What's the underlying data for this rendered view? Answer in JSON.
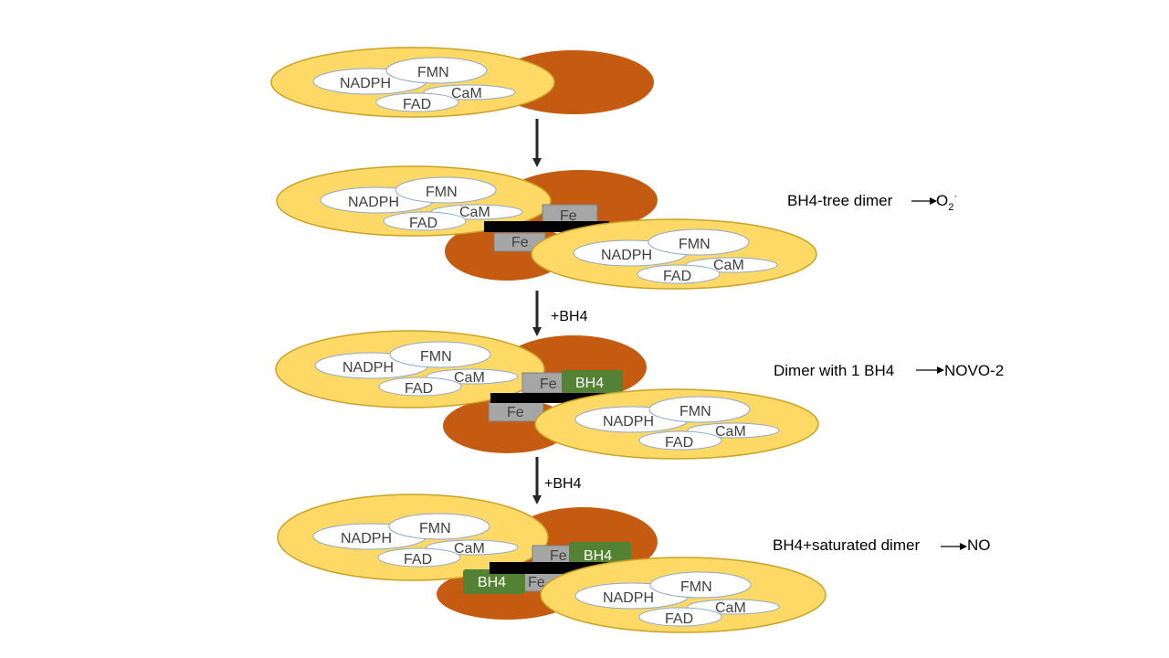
{
  "labels": {
    "nadph": "NADPH",
    "fmn": "FMN",
    "fad": "FAD",
    "cam": "CaM",
    "fe": "Fe",
    "bh4": "BH4"
  },
  "steps": {
    "step1_arrow": "+BH4",
    "step2_arrow": "+BH4"
  },
  "annotations": {
    "row2": {
      "text": "BH4-tree  dimer",
      "product": "O",
      "product_sub": "2",
      "product_sup": "·"
    },
    "row3": {
      "text": "Dimer with 1 BH4",
      "product": "NOVO-2"
    },
    "row4": {
      "text": "BH4+saturated dimer",
      "product": "NO"
    }
  },
  "colors": {
    "reductase": "#FFD966",
    "reductase_stroke": "#C9A227",
    "oxygenase": "#C55A11",
    "cofactor_fill": "#FFFFFF",
    "cofactor_stroke": "#8FA8C8",
    "fe_fill": "#A6A6A6",
    "bh4_fill": "#548235",
    "linker": "#000000",
    "arrow": "#262626"
  }
}
